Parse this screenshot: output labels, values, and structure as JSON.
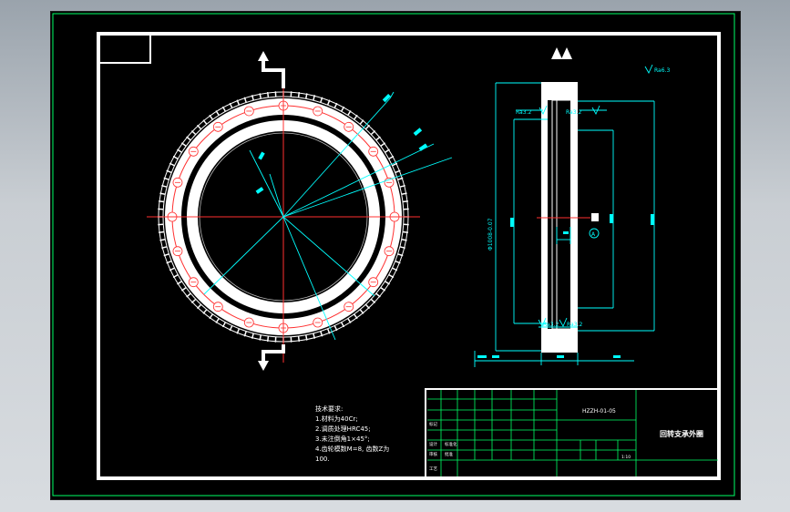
{
  "drawing": {
    "drawing_number": "HZZH-01-05",
    "part_name": "回转支承外圈",
    "surface_roughness_note": "Ra6.3",
    "technical_requirements": {
      "heading": "技术要求:",
      "items": [
        "1.材料为40Cr;",
        "2.调质处理HRC45;",
        "3.未注倒角1×45°;",
        "4.齿轮模数M=8, 齿数Z为",
        "100."
      ]
    },
    "side_view": {
      "diameter_label": "Φ1008-0.07",
      "roughness_labels": [
        "Ra3.2",
        "Ra3.2",
        "Ra3.2",
        "Ra3.2"
      ],
      "datum_label": "A"
    },
    "title_block": {
      "scale_label": "1:10",
      "approval_label": "批准",
      "standard_label": "标准化",
      "design_label": "设计",
      "process_label": "工艺",
      "review_label": "审核",
      "mark_label": "标记"
    }
  }
}
